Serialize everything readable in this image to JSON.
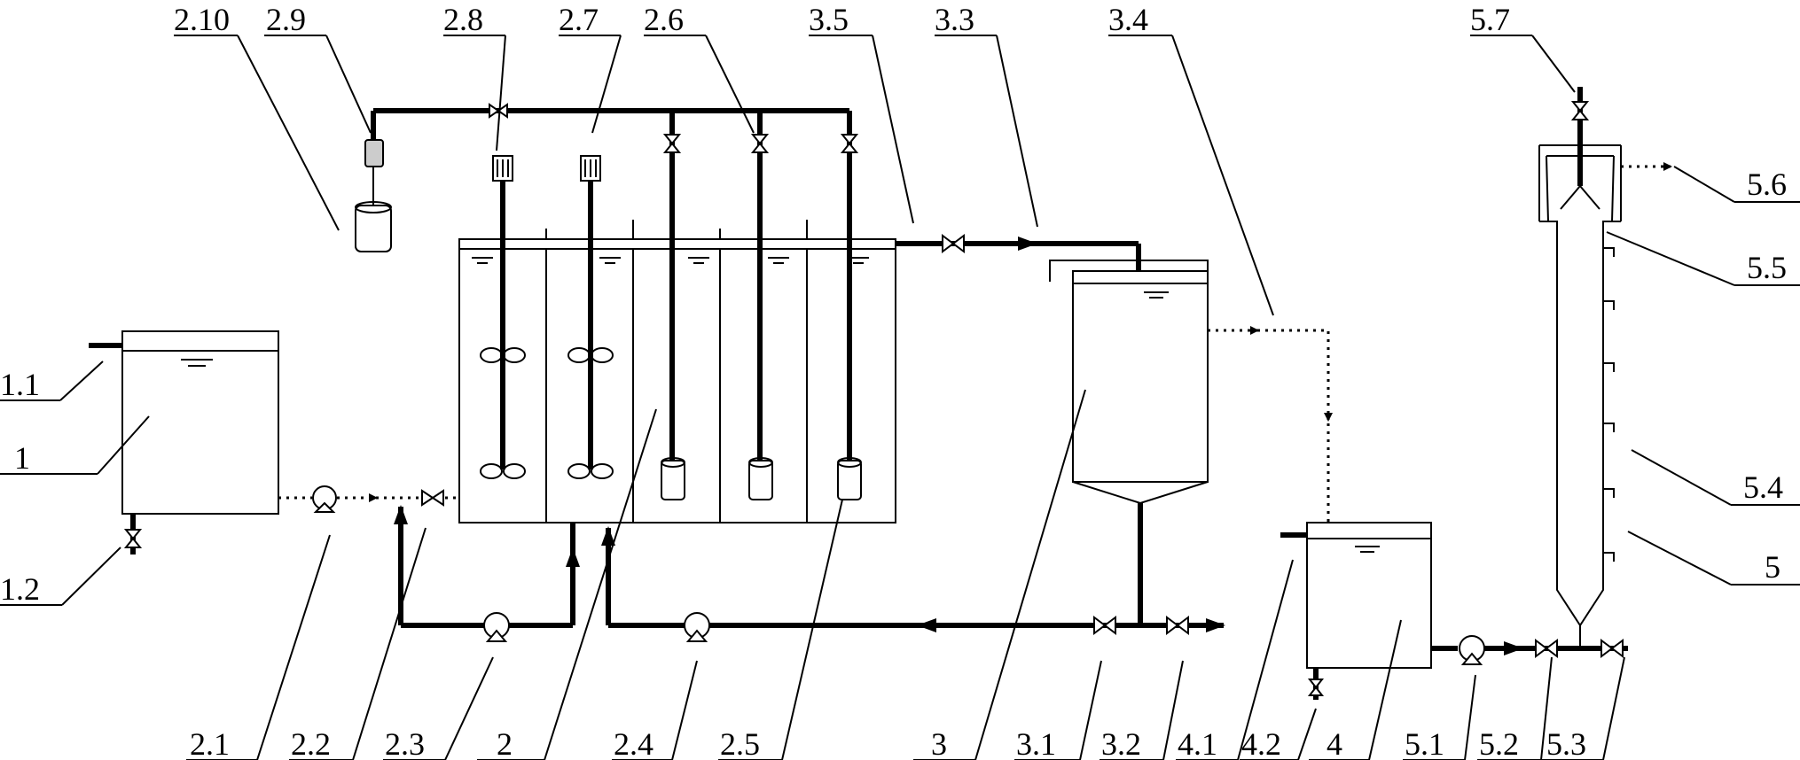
{
  "colors": {
    "ink": "#000000",
    "background": "#ffffff"
  },
  "labels": {
    "l_1": "1",
    "l_1_1": "1.1",
    "l_1_2": "1.2",
    "l_2": "2",
    "l_2_1": "2.1",
    "l_2_2": "2.2",
    "l_2_3": "2.3",
    "l_2_4": "2.4",
    "l_2_5": "2.5",
    "l_2_6": "2.6",
    "l_2_7": "2.7",
    "l_2_8": "2.8",
    "l_2_9": "2.9",
    "l_2_10": "2.10",
    "l_3": "3",
    "l_3_1": "3.1",
    "l_3_2": "3.2",
    "l_3_3": "3.3",
    "l_3_4": "3.4",
    "l_3_5": "3.5",
    "l_4": "4",
    "l_4_1": "4.1",
    "l_4_2": "4.2",
    "l_5": "5",
    "l_5_1": "5.1",
    "l_5_2": "5.2",
    "l_5_3": "5.3",
    "l_5_4": "5.4",
    "l_5_5": "5.5",
    "l_5_6": "5.6",
    "l_5_7": "5.7"
  }
}
